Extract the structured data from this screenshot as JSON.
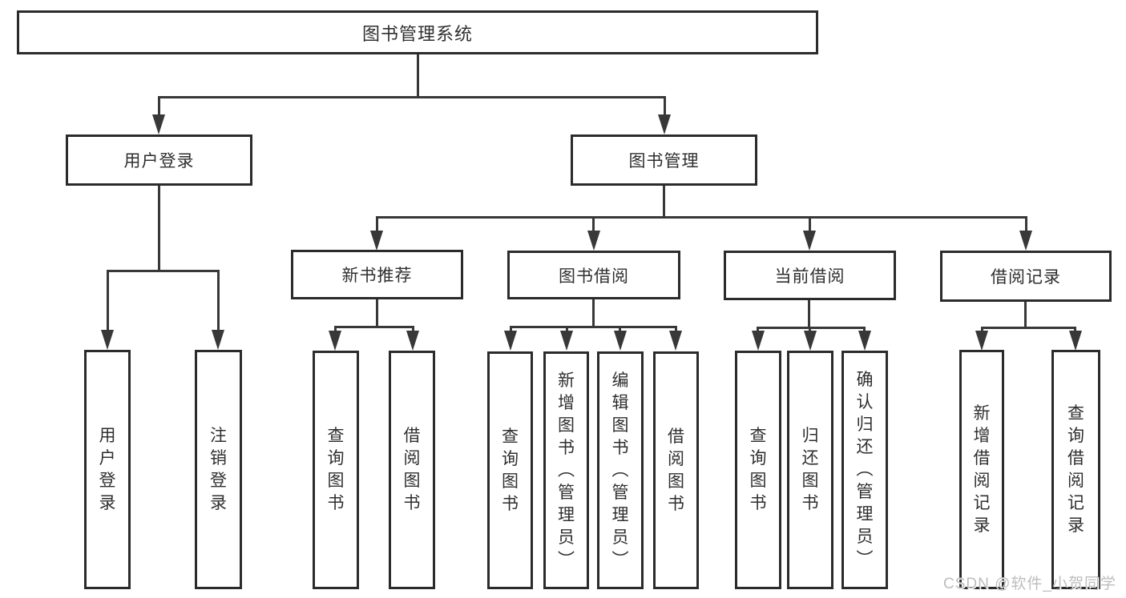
{
  "diagram": {
    "type": "tree",
    "title": "图书管理系统",
    "nodes": {
      "root": {
        "label": "图书管理系统"
      },
      "user_login": {
        "label": "用户登录"
      },
      "book_mgmt": {
        "label": "图书管理"
      },
      "new_book_rec": {
        "label": "新书推荐"
      },
      "book_borrow": {
        "label": "图书借阅"
      },
      "current_borrow": {
        "label": "当前借阅"
      },
      "borrow_records": {
        "label": "借阅记录"
      },
      "ul_user_login": {
        "label": "用户登录"
      },
      "ul_logout": {
        "label": "注销登录"
      },
      "nb_query": {
        "label": "查询图书"
      },
      "nb_borrow": {
        "label": "借阅图书"
      },
      "bb_query": {
        "label": "查询图书"
      },
      "bb_add": {
        "label": "新增图书（管理员）"
      },
      "bb_edit": {
        "label": "编辑图书（管理员）"
      },
      "bb_borrow": {
        "label": "借阅图书"
      },
      "cb_query": {
        "label": "查询图书"
      },
      "cb_return": {
        "label": "归还图书"
      },
      "cb_confirm": {
        "label": "确认归还（管理员）"
      },
      "br_add": {
        "label": "新增借阅记录"
      },
      "br_query": {
        "label": "查询借阅记录"
      }
    },
    "edges": [
      [
        "root",
        "user_login"
      ],
      [
        "root",
        "book_mgmt"
      ],
      [
        "user_login",
        "ul_user_login"
      ],
      [
        "user_login",
        "ul_logout"
      ],
      [
        "book_mgmt",
        "new_book_rec"
      ],
      [
        "book_mgmt",
        "book_borrow"
      ],
      [
        "book_mgmt",
        "current_borrow"
      ],
      [
        "book_mgmt",
        "borrow_records"
      ],
      [
        "new_book_rec",
        "nb_query"
      ],
      [
        "new_book_rec",
        "nb_borrow"
      ],
      [
        "book_borrow",
        "bb_query"
      ],
      [
        "book_borrow",
        "bb_add"
      ],
      [
        "book_borrow",
        "bb_edit"
      ],
      [
        "book_borrow",
        "bb_borrow"
      ],
      [
        "current_borrow",
        "cb_query"
      ],
      [
        "current_borrow",
        "cb_return"
      ],
      [
        "current_borrow",
        "cb_confirm"
      ],
      [
        "borrow_records",
        "br_add"
      ],
      [
        "borrow_records",
        "br_query"
      ]
    ],
    "colors": {
      "box_border": "#2b2b2b",
      "line": "#383838",
      "text": "#2f2f2f",
      "background": "#ffffff",
      "watermark": "#bdbdbd"
    }
  },
  "watermark": {
    "text": "CSDN @软件_小贺同学"
  }
}
